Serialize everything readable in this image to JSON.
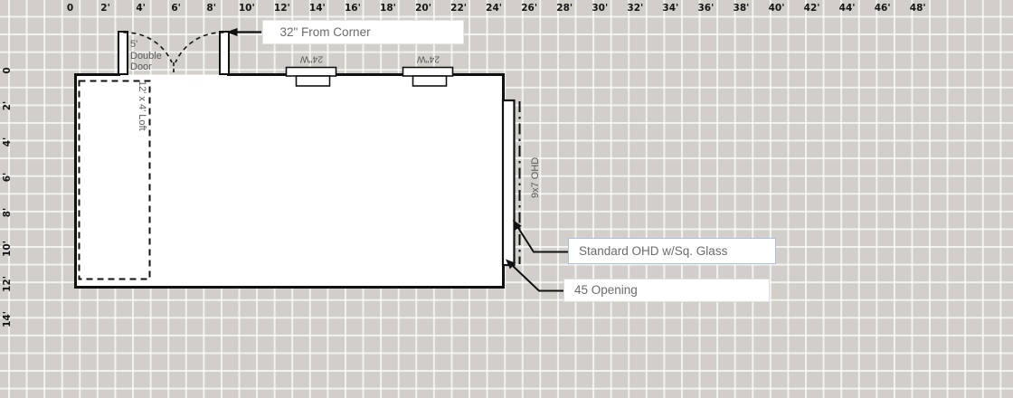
{
  "rulers": {
    "top": [
      "0",
      "2'",
      "4'",
      "6'",
      "8'",
      "10'",
      "12'",
      "14'",
      "16'",
      "18'",
      "20'",
      "22'",
      "24'",
      "26'",
      "28'",
      "30'",
      "32'",
      "34'",
      "36'",
      "38'",
      "40'",
      "42'",
      "44'",
      "46'",
      "48'"
    ],
    "left": [
      "0",
      "2'",
      "4'",
      "6'",
      "8'",
      "10'",
      "12'",
      "14'"
    ]
  },
  "plan": {
    "double_door_label": "5'\nDouble\nDoor",
    "loft_label": "12' x 4' Loft",
    "window_label_1": "24\"W",
    "window_label_2": "24\"W",
    "ohd_door_label": "9x7 OHD"
  },
  "callouts": {
    "from_corner": "32\" From Corner",
    "standard_ohd": "Standard OHD w/Sq. Glass",
    "opening": "45 Opening"
  },
  "colors": {
    "canvas_bg": "#d2cfca",
    "grid_line": "#f0efec",
    "wall": "#111111",
    "annotation_text": "#5a5a5a",
    "callout_text": "#6b6b6b",
    "selected_callout_border": "#a9c2dd",
    "callout_border": "#e0e0e0"
  }
}
